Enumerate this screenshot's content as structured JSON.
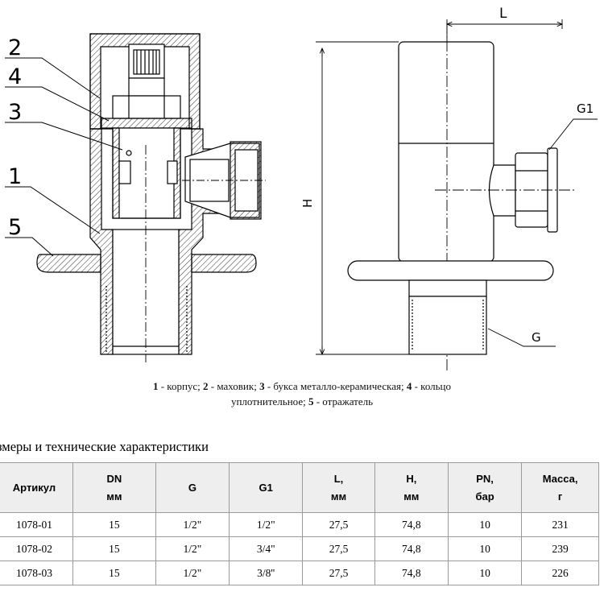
{
  "diagram": {
    "callouts": [
      "2",
      "4",
      "3",
      "1",
      "5"
    ],
    "dimensions": {
      "length": "L",
      "height": "H",
      "outlet_thread": "G1",
      "inlet_thread": "G"
    }
  },
  "legend": {
    "items": [
      {
        "num": "1",
        "text": " - корпус; "
      },
      {
        "num": "2",
        "text": " - маховик; "
      },
      {
        "num": "3",
        "text": " - букса металло-керамическая; "
      },
      {
        "num": "4",
        "text": " - кольцо"
      },
      {
        "num": "",
        "text": "уплотнительное; "
      },
      {
        "num": "5",
        "text": " - отражатель"
      }
    ]
  },
  "section_title": "змеры и технические характеристики",
  "table": {
    "headers": [
      [
        "Артикул"
      ],
      [
        "DN",
        "мм"
      ],
      [
        "G"
      ],
      [
        "G1"
      ],
      [
        "L,",
        "мм"
      ],
      [
        "H,",
        "мм"
      ],
      [
        "PN,",
        "бар"
      ],
      [
        "Масса,",
        "г"
      ]
    ],
    "rows": [
      [
        "1078-01",
        "15",
        "1/2\"",
        "1/2\"",
        "27,5",
        "74,8",
        "10",
        "231"
      ],
      [
        "1078-02",
        "15",
        "1/2\"",
        "3/4\"",
        "27,5",
        "74,8",
        "10",
        "239"
      ],
      [
        "1078-03",
        "15",
        "1/2\"",
        "3/8''",
        "27,5",
        "74,8",
        "10",
        "226"
      ]
    ]
  }
}
